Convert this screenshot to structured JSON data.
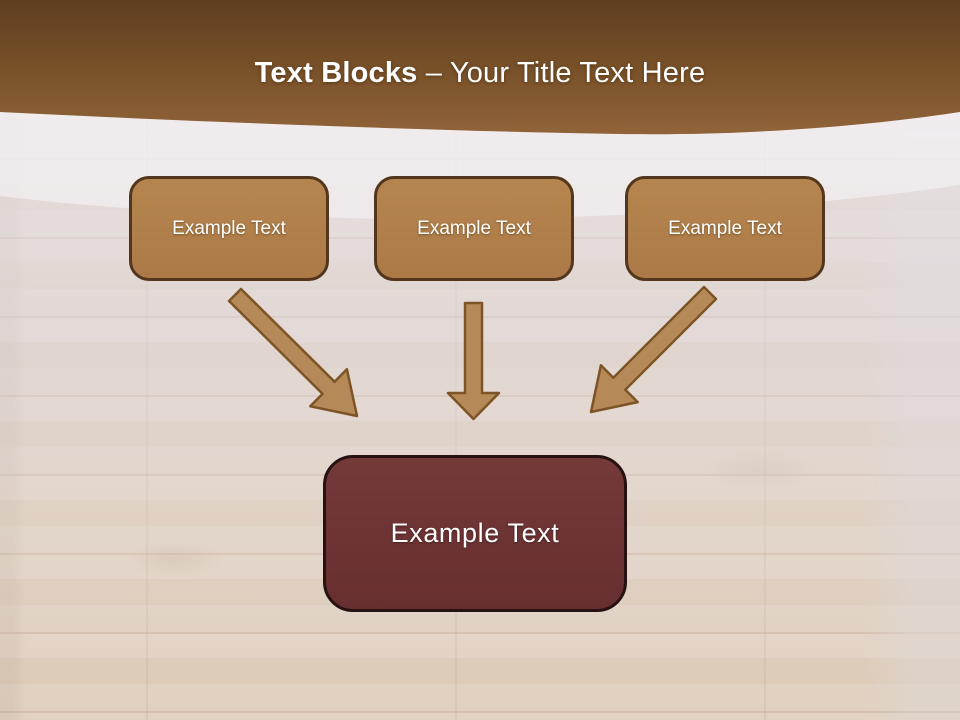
{
  "slide_title": {
    "emphasis": "Text Blocks",
    "remainder": " – Your Title Text Here"
  },
  "diagram": {
    "source_boxes": [
      {
        "label": "Example Text"
      },
      {
        "label": "Example Text"
      },
      {
        "label": "Example Text"
      }
    ],
    "target_box": {
      "label": "Example Text"
    },
    "arrow_icons": [
      "arrow-down-right",
      "arrow-down",
      "arrow-down-left"
    ]
  },
  "colors": {
    "header_gradient_top": "#5e3e20",
    "header_gradient_bottom": "#916339",
    "source_box_fill": "#b08050",
    "source_box_border": "#53361c",
    "arrow_fill": "#b68a58",
    "arrow_outline": "#7d5426",
    "target_box_fill": "#6e3535",
    "target_box_border": "#271111",
    "title_text": "#ffffff",
    "box_text": "#ffffff"
  }
}
